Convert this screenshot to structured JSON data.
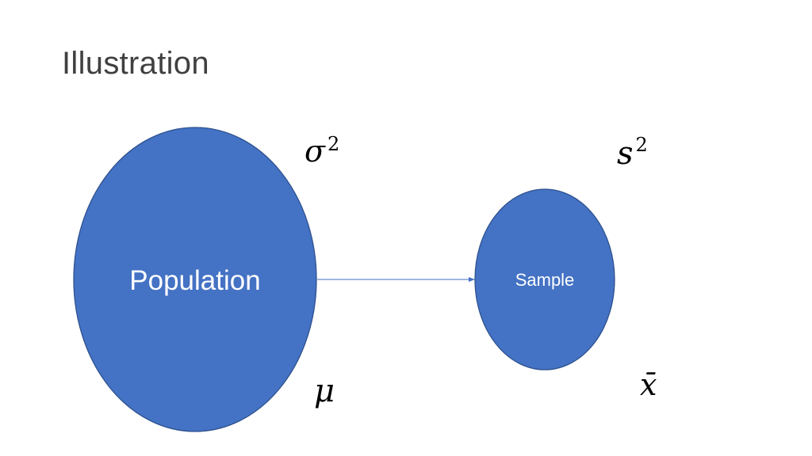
{
  "slide": {
    "title": "Illustration"
  },
  "diagram": {
    "fill_color": "#4472C4",
    "stroke_color": "#2F528F",
    "arrow_color": "#4472C4",
    "population": {
      "label": "Population"
    },
    "sample": {
      "label": "Sample"
    },
    "symbols": {
      "population_variance_base": "σ",
      "population_variance_exp": "2",
      "population_mean": "μ",
      "sample_variance_base": "s",
      "sample_variance_exp": "2",
      "sample_mean": "x̄"
    }
  }
}
